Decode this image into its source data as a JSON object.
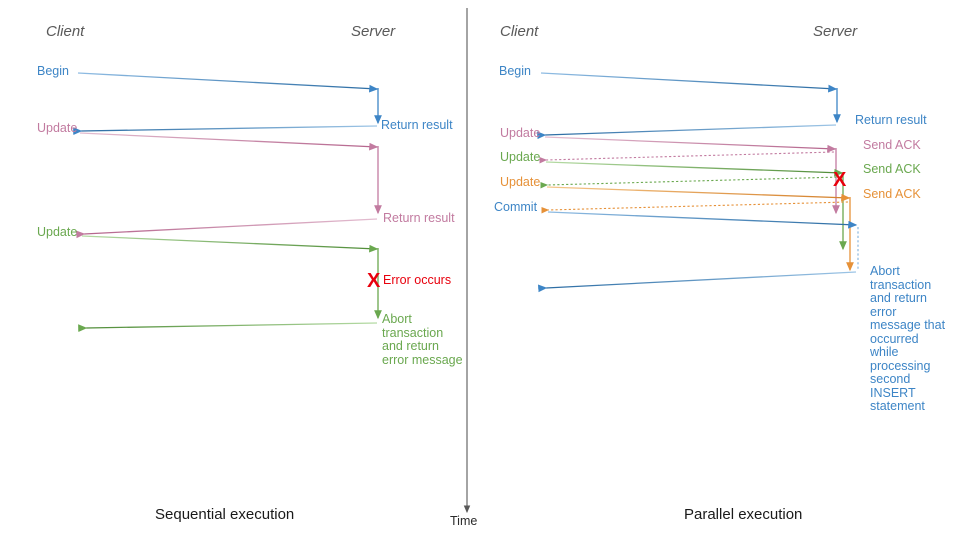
{
  "diagram": {
    "title_left": "Sequential execution",
    "title_right": "Parallel execution",
    "time_axis_label": "Time",
    "colors": {
      "blue": "#3d85c6",
      "pink": "#c27ba0",
      "green": "#6aa84f",
      "orange": "#e69138",
      "red": "#e8000d",
      "actor": "#595959",
      "axis": "#595959"
    }
  },
  "left_panel": {
    "actors": {
      "client": "Client",
      "server": "Server"
    },
    "caption": "Sequential execution",
    "messages": [
      {
        "label": "Begin",
        "color": "#3d85c6",
        "side": "client"
      },
      {
        "label": "Return result",
        "color": "#3d85c6",
        "side": "server"
      },
      {
        "label": "Update",
        "color": "#c27ba0",
        "side": "client"
      },
      {
        "label": "Return result",
        "color": "#c27ba0",
        "side": "server"
      },
      {
        "label": "Update",
        "color": "#6aa84f",
        "side": "client"
      },
      {
        "label": "Error occurs",
        "color": "#e8000d",
        "side": "server"
      },
      {
        "label": "Abort transaction and return error message",
        "color": "#6aa84f",
        "side": "server"
      }
    ],
    "error_marker": "X"
  },
  "right_panel": {
    "actors": {
      "client": "Client",
      "server": "Server"
    },
    "caption": "Parallel execution",
    "messages": [
      {
        "label": "Begin",
        "color": "#3d85c6",
        "side": "client"
      },
      {
        "label": "Return result",
        "color": "#3d85c6",
        "side": "server"
      },
      {
        "label": "Update",
        "color": "#c27ba0",
        "side": "client"
      },
      {
        "label": "Send ACK",
        "color": "#c27ba0",
        "side": "server"
      },
      {
        "label": "Update",
        "color": "#6aa84f",
        "side": "client"
      },
      {
        "label": "Send ACK",
        "color": "#6aa84f",
        "side": "server"
      },
      {
        "label": "Update",
        "color": "#e69138",
        "side": "client"
      },
      {
        "label": "Send ACK",
        "color": "#e69138",
        "side": "server"
      },
      {
        "label": "Commit",
        "color": "#3d85c6",
        "side": "client"
      },
      {
        "label": "Abort transaction and return error message that occurred while processing second INSERT statement",
        "color": "#3d85c6",
        "side": "server"
      }
    ],
    "error_marker": "X"
  }
}
